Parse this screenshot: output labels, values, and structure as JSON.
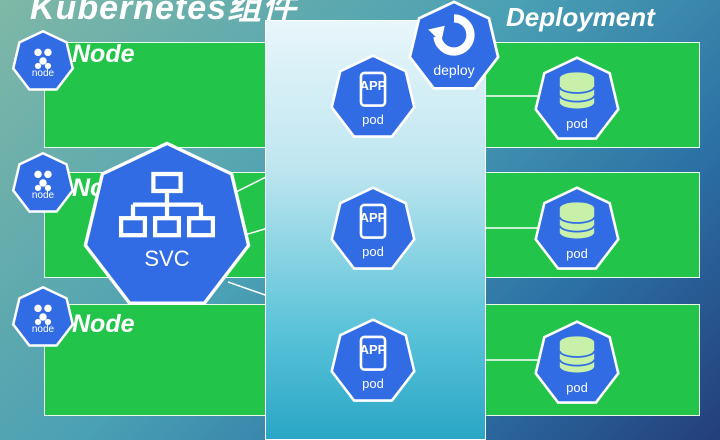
{
  "title": "Kubernetes组件",
  "deployment_label": "Deployment",
  "node_label": "Node",
  "node_label_row2": "No",
  "node_icon_text": "node",
  "svc_label": "SVC",
  "deploy_label": "deploy",
  "pod_label": "pod",
  "app_text": "APP",
  "colors": {
    "node_green": "#22c54a",
    "k8s_blue": "#326ce5",
    "panel_blue": "#2aa6c6"
  }
}
